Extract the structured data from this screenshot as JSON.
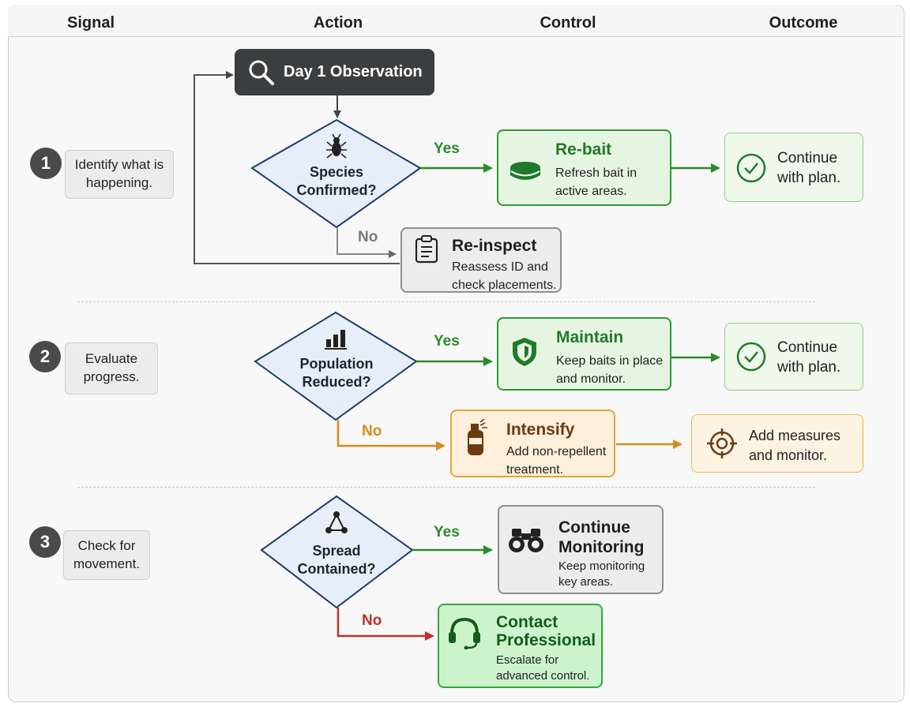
{
  "columns": [
    "Signal",
    "Action",
    "Control",
    "Outcome"
  ],
  "start": {
    "label": "Day 1 Observation",
    "icon": "search-icon"
  },
  "steps": [
    {
      "number": "1",
      "signal": "Identify what is happening.",
      "decision": {
        "line1": "Species",
        "line2": "Confirmed?",
        "icon": "bug-icon"
      },
      "yes_label": "Yes",
      "no_label": "No",
      "yes_card": {
        "title": "Re-bait",
        "desc1": "Refresh bait in",
        "desc2": "active areas.",
        "icon": "bait-tray-icon"
      },
      "yes_outcome": {
        "line1": "Continue",
        "line2": "with plan.",
        "icon": "check-circle-icon"
      },
      "no_card": {
        "title": "Re-inspect",
        "desc1": "Reassess ID and",
        "desc2": "check placements.",
        "icon": "clipboard-icon"
      }
    },
    {
      "number": "2",
      "signal": "Evaluate progress.",
      "decision": {
        "line1": "Population",
        "line2": "Reduced?",
        "icon": "bar-chart-icon"
      },
      "yes_label": "Yes",
      "no_label": "No",
      "yes_card": {
        "title": "Maintain",
        "desc1": "Keep baits in place",
        "desc2": "and monitor.",
        "icon": "shield-icon"
      },
      "yes_outcome": {
        "line1": "Continue",
        "line2": "with plan.",
        "icon": "check-circle-icon"
      },
      "no_card": {
        "title": "Intensify",
        "desc1": "Add non-repellent",
        "desc2": "treatment.",
        "icon": "spray-can-icon"
      },
      "no_outcome": {
        "line1": "Add measures",
        "line2": "and monitor.",
        "icon": "crosshair-icon"
      }
    },
    {
      "number": "3",
      "signal": "Check for movement.",
      "decision": {
        "line1": "Spread",
        "line2": "Contained?",
        "icon": "network-icon"
      },
      "yes_label": "Yes",
      "no_label": "No",
      "yes_card": {
        "title1": "Continue",
        "title2": "Monitoring",
        "desc1": "Keep monitoring",
        "desc2": "key areas.",
        "icon": "binoculars-icon"
      },
      "no_card": {
        "title1": "Contact",
        "title2": "Professional",
        "desc1": "Escalate for",
        "desc2": "advanced control.",
        "icon": "headset-icon"
      }
    }
  ],
  "colors": {
    "yes": "#2a8a2a",
    "no_step1": "#8a8a8a",
    "no_step2": "#d98a1a",
    "no_step3": "#c0302a",
    "decision_fill": "#e6eef9",
    "decision_stroke": "#1f3b6e"
  }
}
